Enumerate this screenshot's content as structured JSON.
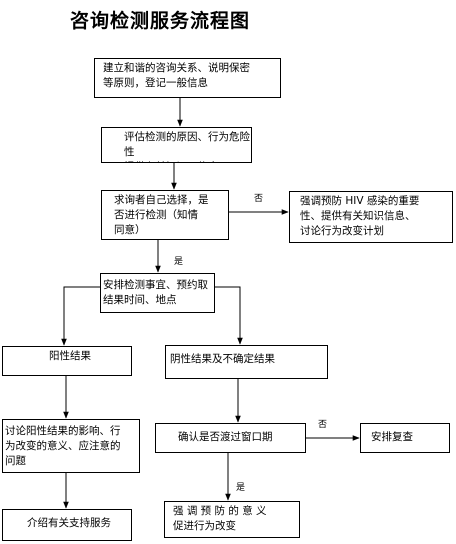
{
  "title": "咨询检测服务流程图",
  "nodes": {
    "rapport": "建立和谐的咨询关系、说明保密\n等原则，登记一般信息",
    "assess": "评估检测的原因、行为危险性\n提供有关知识、信息",
    "choice": "求询者自己选择，是\n否进行检测（知情\n同意）",
    "prevent_hiv": "强调预防 HIV 感染的重要\n性、提供有关知识信息、\n讨论行为改变计划",
    "arrange": "安排检测事宜、预约取\n结果时间、地点",
    "positive": "阳性结果",
    "negative": "阴性结果及不确定结果",
    "discuss_positive": "讨论阳性结果的影响、行\n为改变的意义、应注意的\n问题",
    "window_period": "确认是否渡过窗口期",
    "recheck": "安排复查",
    "support": "介绍有关支持服务",
    "prevention_meaning": "强 调 预 防 的 意 义\n促进行为改变"
  },
  "edge_labels": {
    "choice_no": "否",
    "choice_yes": "是",
    "window_no": "否",
    "window_yes": "是"
  }
}
